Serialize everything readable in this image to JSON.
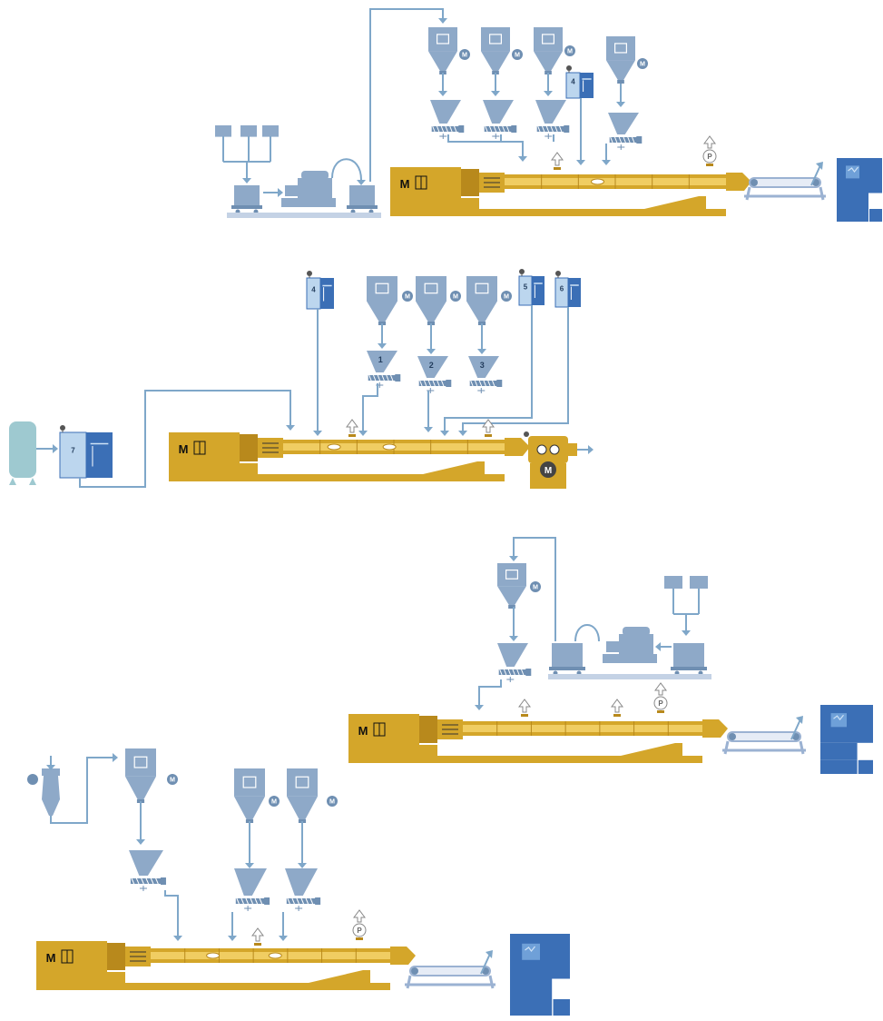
{
  "colors": {
    "extruder": "#d4a62a",
    "extruder_dark": "#b8891c",
    "barrel_light": "#f0cd62",
    "equipment": "#8ea9c8",
    "equipment_dark": "#6f8fb2",
    "pipe": "#7fa7c9",
    "control_panel": "#3b6fb6",
    "tank": "#9ec9d0",
    "background": "#ffffff"
  },
  "labels": {
    "motor": "M",
    "liquid_tank_4": "4",
    "liquid_tank_5": "5",
    "liquid_tank_6": "6",
    "liquid_tank_7": "7",
    "feeder_1": "1",
    "feeder_2": "2",
    "feeder_3": "3",
    "gauge": "P"
  },
  "icons": {
    "hopper": "hopper-icon",
    "feeder": "screw-feeder-icon",
    "motor": "motor-icon",
    "vent": "vent-icon",
    "vacuum": "vacuum-icon",
    "control_panel": "control-panel-icon",
    "conveyor": "conveyor-icon"
  }
}
